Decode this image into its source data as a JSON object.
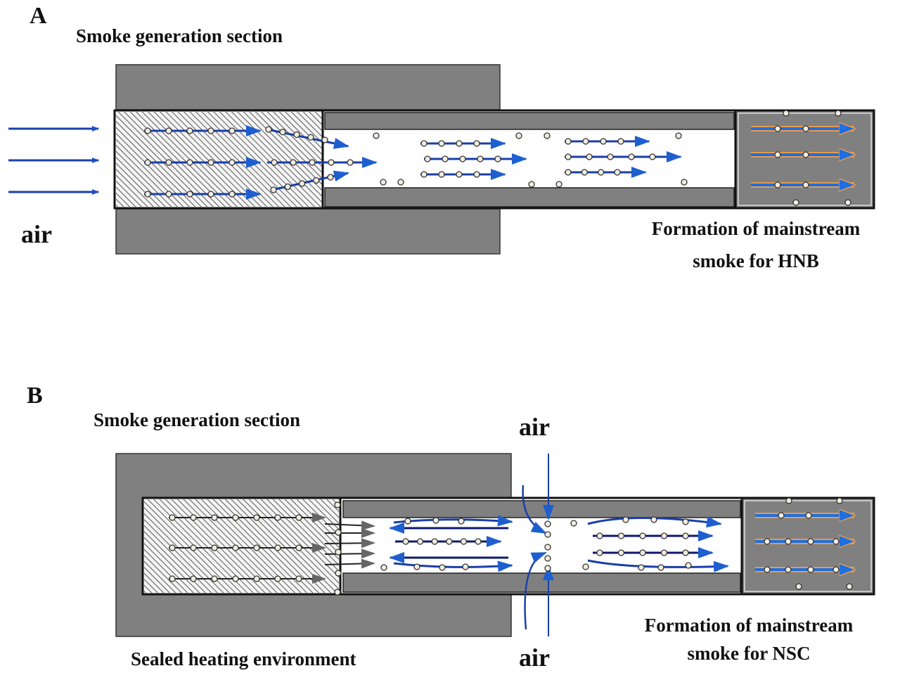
{
  "panels": [
    {
      "letter": "A",
      "section_title": "Smoke generation section",
      "inlet_label": "air",
      "outcome_label_line1": "Formation of mainstream",
      "outcome_label_line2": "smoke for HNB"
    },
    {
      "letter": "B",
      "section_title": "Smoke generation section",
      "inlet_label_top": "air",
      "inlet_label_bottom": "air",
      "enclosure_label": "Sealed heating environment",
      "outcome_label_line1": "Formation of mainstream",
      "outcome_label_line2": "smoke for NSC"
    }
  ],
  "colors": {
    "housing": "#808080",
    "outline": "#111111",
    "flow_arrow": "#1a3fa8",
    "flow_arrow_dark": "#0d1a6e",
    "highlight_arrow": "#1e6fe0",
    "orange_outline": "#e89a4a",
    "hatch": "#555555",
    "particle_fill": "#f0ece0"
  }
}
